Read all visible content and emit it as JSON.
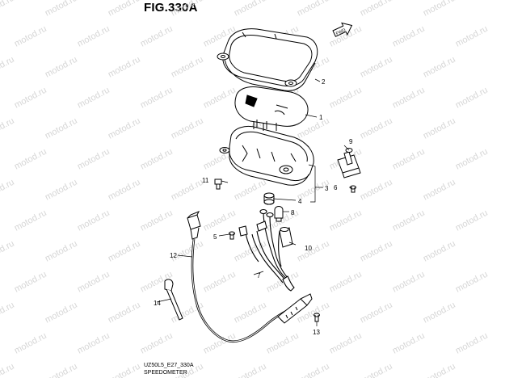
{
  "figure": {
    "title": "FIG.330A",
    "model_code": "UZ50L5_E27_330A",
    "caption": "SPEEDOMETER",
    "watermark_text": "motod.ru",
    "fwd_label": "FWD"
  },
  "callouts": [
    "1",
    "2",
    "3",
    "4",
    "5",
    "6",
    "7",
    "8",
    "9",
    "10",
    "11",
    "12",
    "13",
    "14"
  ],
  "colors": {
    "line": "#000000",
    "watermark": "#d6d6d6",
    "background": "#ffffff"
  }
}
